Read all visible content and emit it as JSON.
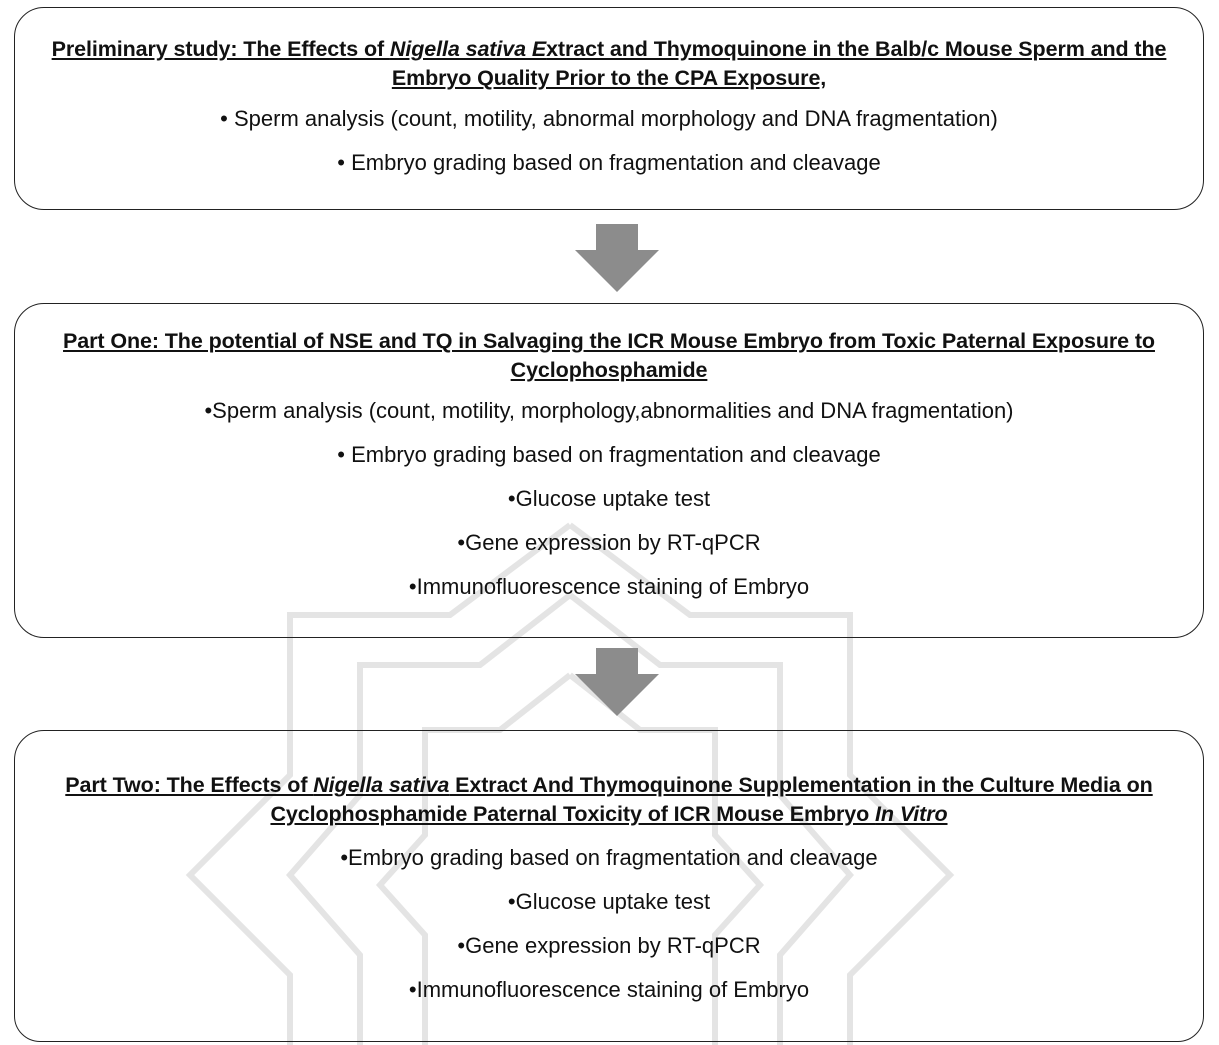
{
  "colors": {
    "border": "#222222",
    "arrow": "#8c8c8c",
    "text": "#111111"
  },
  "boxes": [
    {
      "title_parts": [
        {
          "text": "Preliminary study: The Effects of ",
          "italic": false
        },
        {
          "text": "Nigella sativa E",
          "italic": true
        },
        {
          "text": "xtract and Thymoquinone in the Balb/c Mouse Sperm and the Embryo Quality Prior to the CPA Exposure,",
          "italic": false
        }
      ],
      "bullets": [
        "• Sperm analysis (count, motility, abnormal morphology and DNA fragmentation)",
        "• Embryo grading based on fragmentation and cleavage"
      ]
    },
    {
      "title_parts": [
        {
          "text": "Part One: The potential of NSE and TQ in Salvaging the ICR Mouse Embryo from Toxic Paternal Exposure to Cyclophosphamide",
          "italic": false
        }
      ],
      "bullets": [
        "•Sperm analysis (count, motility, morphology,abnormalities and DNA fragmentation)",
        "• Embryo grading based on fragmentation and cleavage",
        "•Glucose uptake test",
        "•Gene expression by RT-qPCR",
        "•Immunofluorescence staining of Embryo"
      ]
    },
    {
      "title_parts": [
        {
          "text": "Part Two: The Effects of ",
          "italic": false
        },
        {
          "text": "Nigella sativa",
          "italic": true
        },
        {
          "text": " Extract And Thymoquinone Supplementation in the Culture Media on Cyclophosphamide Paternal Toxicity of  ICR Mouse Embryo ",
          "italic": false
        },
        {
          "text": "In Vitro",
          "italic": true
        }
      ],
      "bullets": [
        "•Embryo grading based on fragmentation and cleavage",
        "•Glucose uptake test",
        "•Gene expression by RT-qPCR",
        "•Immunofluorescence staining of Embryo"
      ]
    }
  ],
  "arrows": [
    {
      "icon": "down-arrow-icon"
    },
    {
      "icon": "down-arrow-icon"
    }
  ]
}
